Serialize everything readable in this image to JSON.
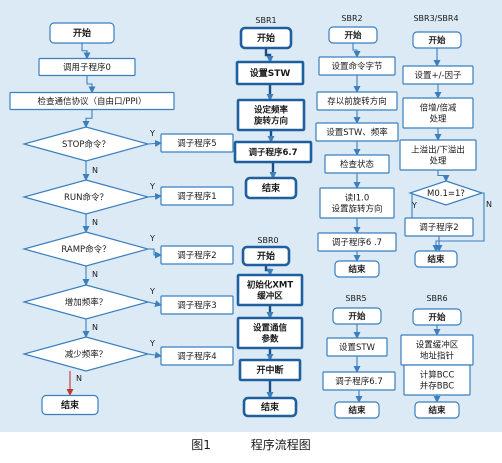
{
  "caption": {
    "number": "图1",
    "title": "程序流程图"
  },
  "diagram": {
    "sections": [
      {
        "id": "sbr1",
        "title": "SBR1"
      },
      {
        "id": "sbr2",
        "title": "SBR2"
      },
      {
        "id": "sbr34",
        "title": "SBR3/SBR4"
      },
      {
        "id": "sbr0",
        "title": "SBR0"
      },
      {
        "id": "sbr5",
        "title": "SBR5"
      },
      {
        "id": "sbr6",
        "title": "SBR6"
      }
    ],
    "nodes": [
      {
        "id": "m_start",
        "shape": "terminal",
        "label": "开始"
      },
      {
        "id": "m_call0",
        "shape": "process",
        "label": "调用子程序0"
      },
      {
        "id": "m_check",
        "shape": "process",
        "label": "检查通信协议（自由口/PPI）"
      },
      {
        "id": "m_stop",
        "shape": "decision",
        "label": "STOP命令？"
      },
      {
        "id": "m_run",
        "shape": "decision",
        "label": "RUN命令？"
      },
      {
        "id": "m_ramp",
        "shape": "decision",
        "label": "RAMP命令？"
      },
      {
        "id": "m_inc",
        "shape": "decision",
        "label": "增加频率？"
      },
      {
        "id": "m_dec",
        "shape": "decision",
        "label": "减少频率？"
      },
      {
        "id": "m_end",
        "shape": "terminal",
        "label": "结束"
      },
      {
        "id": "m_sub5",
        "shape": "process",
        "label": "调子程序5"
      },
      {
        "id": "m_sub1",
        "shape": "process",
        "label": "调子程序1"
      },
      {
        "id": "m_sub2",
        "shape": "process",
        "label": "调子程序2"
      },
      {
        "id": "m_sub3",
        "shape": "process",
        "label": "调子程序3"
      },
      {
        "id": "m_sub4",
        "shape": "process",
        "label": "调子程序4"
      },
      {
        "id": "s1_start",
        "shape": "terminal",
        "label": "开始"
      },
      {
        "id": "s1_stw",
        "shape": "process",
        "label": "设置STW"
      },
      {
        "id": "s1_freq",
        "shape": "process",
        "label": "设定频率\n旋转方向"
      },
      {
        "id": "s1_call",
        "shape": "process",
        "label": "调子程序6.7"
      },
      {
        "id": "s1_end",
        "shape": "terminal",
        "label": "结束"
      },
      {
        "id": "s0_start",
        "shape": "terminal",
        "label": "开始"
      },
      {
        "id": "s0_init",
        "shape": "process",
        "label": "初始化XMT\n缓冲区"
      },
      {
        "id": "s0_comm",
        "shape": "process",
        "label": "设置通信\n参数"
      },
      {
        "id": "s0_int",
        "shape": "process",
        "label": "开中断"
      },
      {
        "id": "s0_end",
        "shape": "terminal",
        "label": "结束"
      },
      {
        "id": "s2_start",
        "shape": "terminal",
        "label": "开始"
      },
      {
        "id": "s2_cmd",
        "shape": "process",
        "label": "设置命令字节"
      },
      {
        "id": "s2_save",
        "shape": "process",
        "label": "存以前旋转方向"
      },
      {
        "id": "s2_stw",
        "shape": "process",
        "label": "设置STW、频率"
      },
      {
        "id": "s2_state",
        "shape": "process",
        "label": "检查状态"
      },
      {
        "id": "s2_read",
        "shape": "process",
        "label": "读I1.0\n设置旋转方向"
      },
      {
        "id": "s2_call",
        "shape": "process",
        "label": "调子程序6 .7"
      },
      {
        "id": "s2_end",
        "shape": "terminal",
        "label": "结束"
      },
      {
        "id": "s5_start",
        "shape": "terminal",
        "label": "开始"
      },
      {
        "id": "s5_stw",
        "shape": "process",
        "label": "设置STW"
      },
      {
        "id": "s5_call",
        "shape": "process",
        "label": "调子程序6.7"
      },
      {
        "id": "s5_end",
        "shape": "terminal",
        "label": "结束"
      },
      {
        "id": "s34_start",
        "shape": "terminal",
        "label": "开始"
      },
      {
        "id": "s34_factor",
        "shape": "process",
        "label": "设置+/-因子"
      },
      {
        "id": "s34_mul",
        "shape": "process",
        "label": "倍增/倍减\n处理"
      },
      {
        "id": "s34_ovf",
        "shape": "process",
        "label": "上溢出/下溢出\n处理"
      },
      {
        "id": "s34_dec",
        "shape": "decision",
        "label": "M0.1=1?"
      },
      {
        "id": "s34_call",
        "shape": "process",
        "label": "调子程序2"
      },
      {
        "id": "s34_end",
        "shape": "terminal",
        "label": "结束"
      },
      {
        "id": "s6_start",
        "shape": "terminal",
        "label": "开始"
      },
      {
        "id": "s6_buf",
        "shape": "process",
        "label": "设置缓冲区\n地址指针"
      },
      {
        "id": "s6_bcc",
        "shape": "process",
        "label": "计算BCC\n并存BBC"
      },
      {
        "id": "s6_end",
        "shape": "terminal",
        "label": "结束"
      }
    ],
    "edges": [
      {
        "from": "m_start",
        "to": "m_call0"
      },
      {
        "from": "m_call0",
        "to": "m_check"
      },
      {
        "from": "m_check",
        "to": "m_stop"
      },
      {
        "from": "m_stop",
        "to": "m_sub5",
        "label": "Y"
      },
      {
        "from": "m_stop",
        "to": "m_run",
        "label": "N"
      },
      {
        "from": "m_run",
        "to": "m_sub1",
        "label": "Y"
      },
      {
        "from": "m_run",
        "to": "m_ramp",
        "label": "N"
      },
      {
        "from": "m_ramp",
        "to": "m_sub2",
        "label": "Y"
      },
      {
        "from": "m_ramp",
        "to": "m_inc",
        "label": "N"
      },
      {
        "from": "m_inc",
        "to": "m_sub3",
        "label": "Y"
      },
      {
        "from": "m_inc",
        "to": "m_dec",
        "label": "N"
      },
      {
        "from": "m_dec",
        "to": "m_sub4",
        "label": "Y"
      },
      {
        "from": "m_dec",
        "to": "m_end",
        "label": "N"
      },
      {
        "from": "s1_start",
        "to": "s1_stw"
      },
      {
        "from": "s1_stw",
        "to": "s1_freq"
      },
      {
        "from": "s1_freq",
        "to": "s1_call"
      },
      {
        "from": "s1_call",
        "to": "s1_end"
      },
      {
        "from": "s0_start",
        "to": "s0_init"
      },
      {
        "from": "s0_init",
        "to": "s0_comm"
      },
      {
        "from": "s0_comm",
        "to": "s0_int"
      },
      {
        "from": "s0_int",
        "to": "s0_end"
      },
      {
        "from": "s2_start",
        "to": "s2_cmd"
      },
      {
        "from": "s2_cmd",
        "to": "s2_save"
      },
      {
        "from": "s2_save",
        "to": "s2_stw"
      },
      {
        "from": "s2_stw",
        "to": "s2_state"
      },
      {
        "from": "s2_state",
        "to": "s2_read"
      },
      {
        "from": "s2_read",
        "to": "s2_call"
      },
      {
        "from": "s2_call",
        "to": "s2_end"
      },
      {
        "from": "s5_start",
        "to": "s5_stw"
      },
      {
        "from": "s5_stw",
        "to": "s5_call"
      },
      {
        "from": "s5_call",
        "to": "s5_end"
      },
      {
        "from": "s34_start",
        "to": "s34_factor"
      },
      {
        "from": "s34_factor",
        "to": "s34_mul"
      },
      {
        "from": "s34_mul",
        "to": "s34_ovf"
      },
      {
        "from": "s34_ovf",
        "to": "s34_dec"
      },
      {
        "from": "s34_dec",
        "to": "s34_call",
        "label": "Y"
      },
      {
        "from": "s34_dec",
        "to": "s34_end",
        "label": "N"
      },
      {
        "from": "s34_call",
        "to": "s34_end"
      },
      {
        "from": "s6_start",
        "to": "s6_buf"
      },
      {
        "from": "s6_buf",
        "to": "s6_bcc"
      },
      {
        "from": "s6_bcc",
        "to": "s6_end"
      }
    ]
  }
}
